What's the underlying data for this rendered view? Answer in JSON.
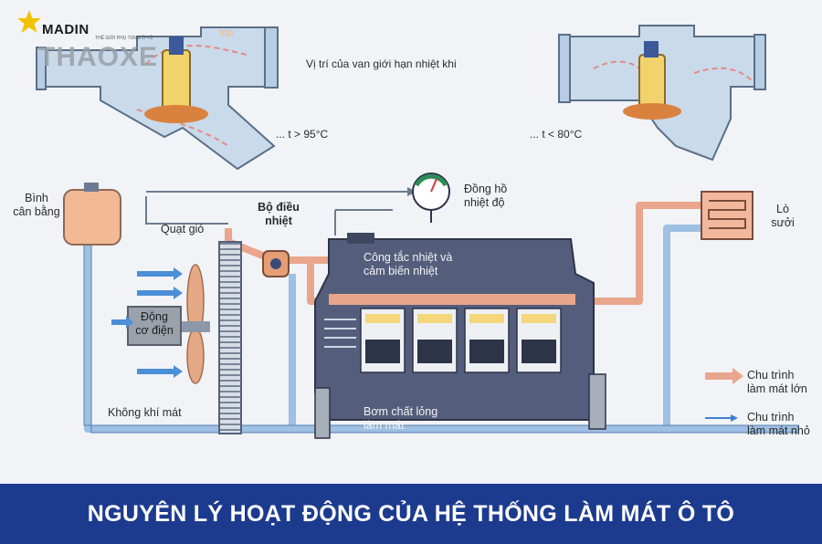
{
  "brand": {
    "name": "MADIN",
    "tagline": "THẾ GIỚI PHỤ TÙNG Ô TÔ",
    "watermark": "THAOXE",
    "watermark_suffix": "top"
  },
  "thermostat": {
    "caption": "Vị trí của van giới hạn nhiệt khi",
    "hot_condition": "... t > 95°C",
    "cold_condition": "... t < 80°C"
  },
  "labels": {
    "expansion_tank_line1": "Bình",
    "expansion_tank_line2": "cân bằng",
    "fan": "Quạt gió",
    "motor_line1": "Động",
    "motor_line2": "cơ điện",
    "cool_air": "Không khí mát",
    "thermostat_line1": "Bộ điều",
    "thermostat_line2": "nhiệt",
    "gauge_line1": "Đồng hồ",
    "gauge_line2": "nhiệt độ",
    "sensor_line1": "Công tắc nhiệt và",
    "sensor_line2": "cảm biến nhiệt",
    "pump_line1": "Bơm chất lỏng",
    "pump_line2": "làm mát",
    "heater_line1": "Lò",
    "heater_line2": "sưởi"
  },
  "legend": {
    "large_line1": "Chu trình",
    "large_line2": "làm mát lớn",
    "small_line1": "Chu trình",
    "small_line2": "làm mát nhỏ"
  },
  "banner": {
    "title": "NGUYÊN LÝ HOẠT ĐỘNG CỦA HỆ THỐNG LÀM MÁT Ô TÔ"
  },
  "colors": {
    "banner_bg": "#1c3b8f",
    "hot_flow": "#e39a7f",
    "cold_flow": "#a9c6e8",
    "engine": "#4f5a78"
  }
}
